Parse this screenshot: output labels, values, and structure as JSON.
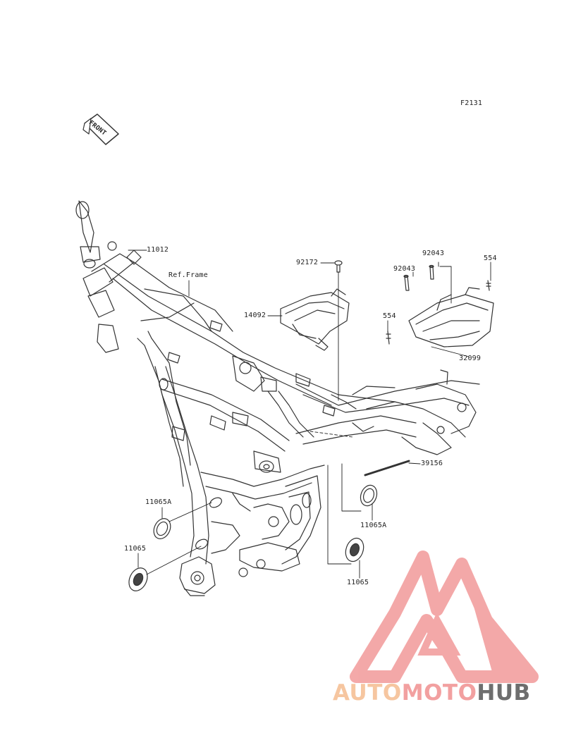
{
  "diagram_code": "F2131",
  "front_label": "FRONT",
  "ref_label": "Ref.Frame",
  "parts": {
    "p11012": "11012",
    "p92172": "92172",
    "p14092": "14092",
    "p92043_a": "92043",
    "p92043_b": "92043",
    "p554_a": "554",
    "p554_b": "554",
    "p32099": "32099",
    "p39156": "39156",
    "p11065A_left": "11065A",
    "p11065_left": "11065",
    "p11065A_right": "11065A",
    "p11065_right": "11065"
  },
  "watermark": {
    "part1": "AUTO",
    "part2": "MOTO",
    "part3": "HUB",
    "color_light": "#f6c6a0",
    "color_mid": "#f2a0a0",
    "color_dark": "#6e6e6e"
  }
}
